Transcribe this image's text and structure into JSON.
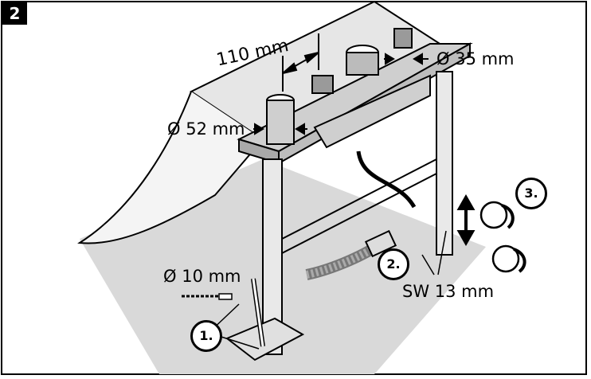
{
  "step_number": "2",
  "dimensions": {
    "width_110": "110 mm",
    "dia_52": "Ø 52 mm",
    "dia_35": "Ø 35 mm",
    "dia_10": "Ø 10 mm",
    "wrench_13": "SW 13 mm"
  },
  "callouts": {
    "step_1": "1.",
    "step_2": "2.",
    "step_3": "3."
  }
}
